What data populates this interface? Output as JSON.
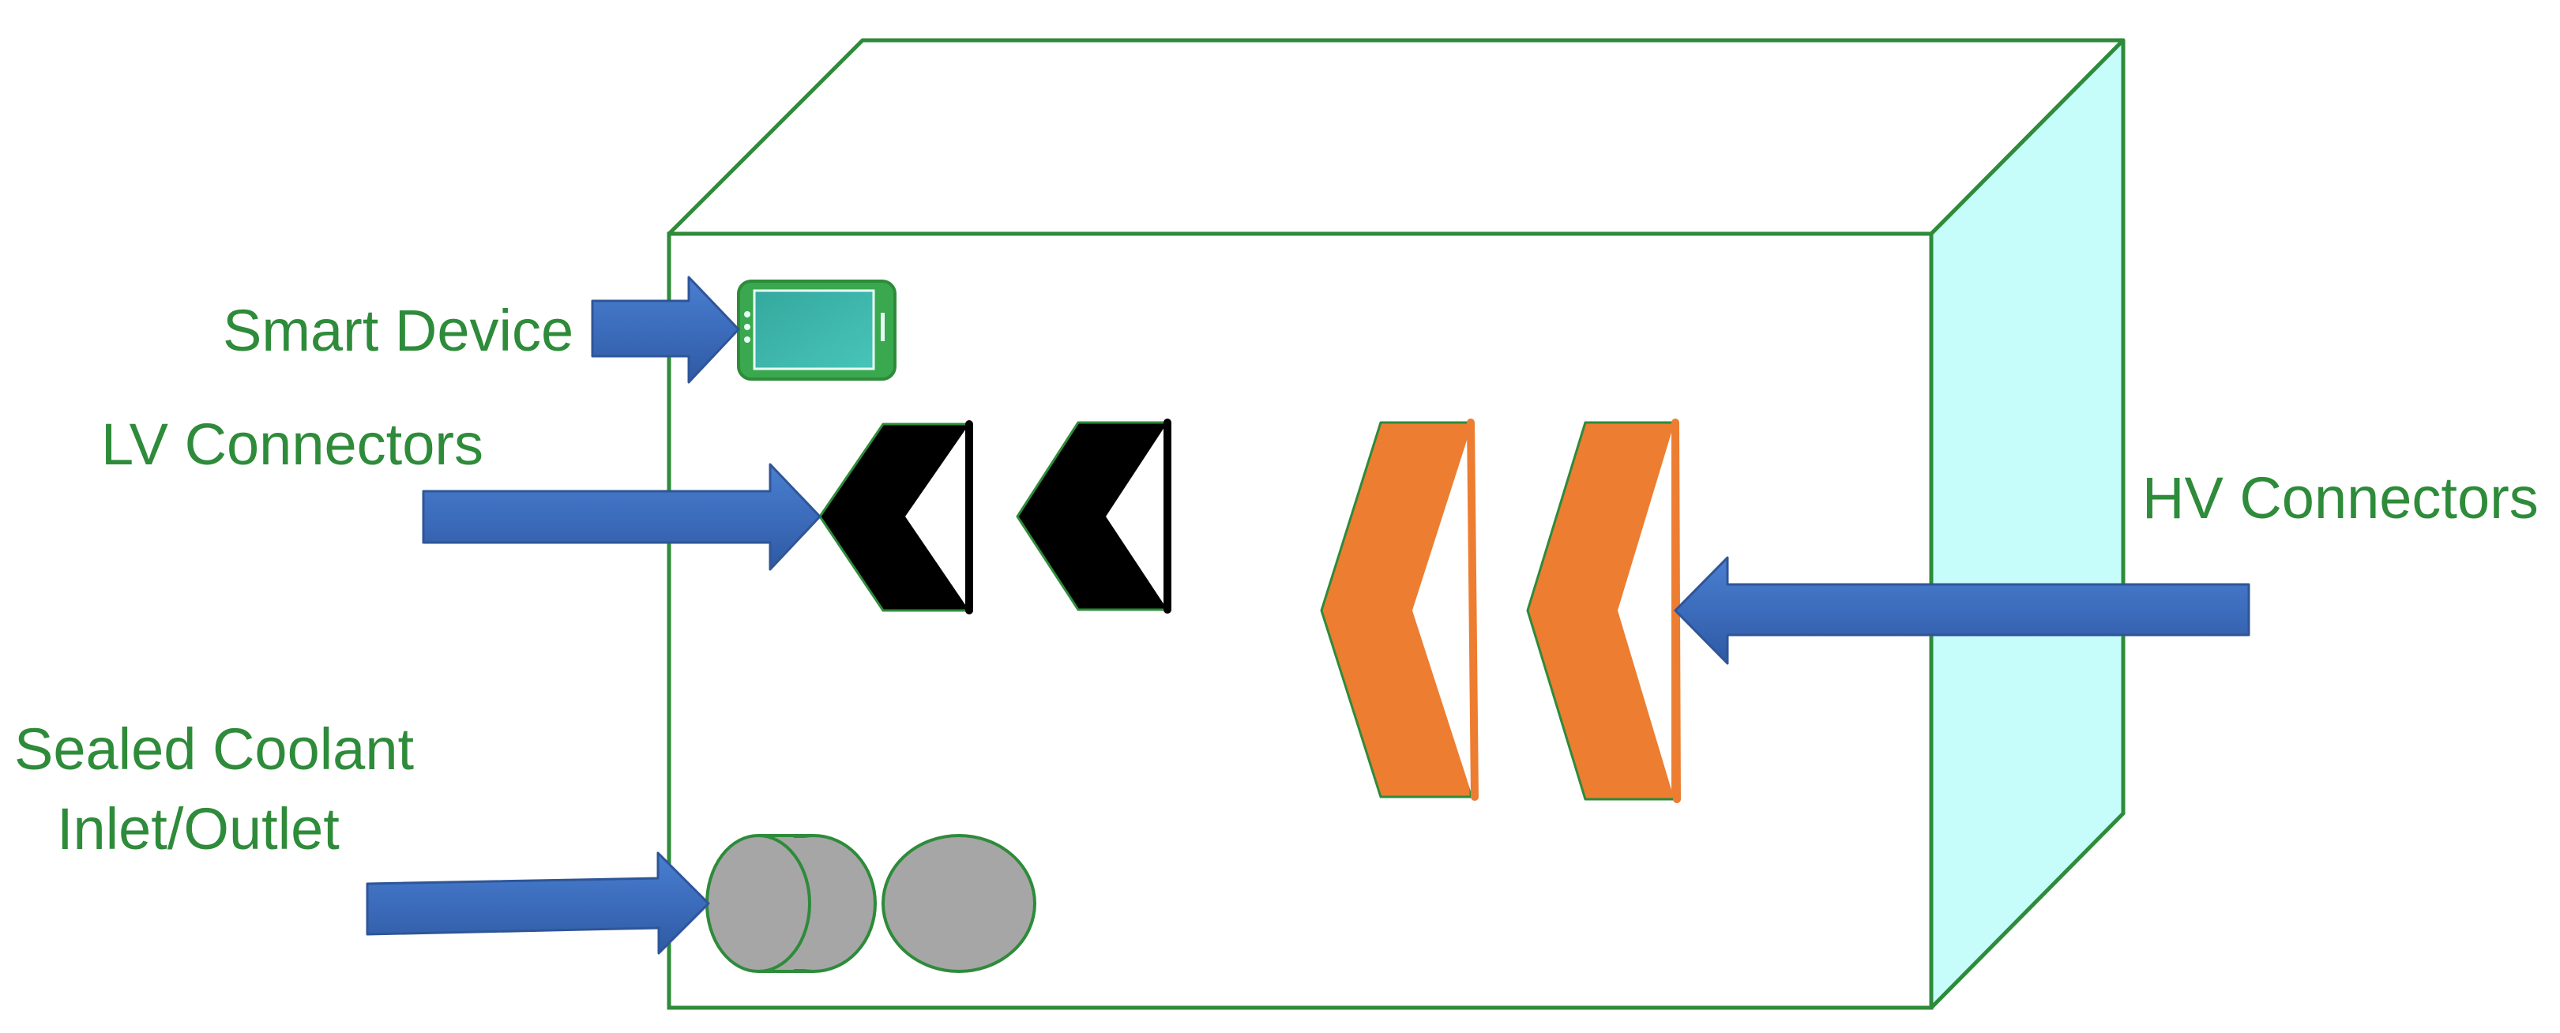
{
  "labels": {
    "smart_device": "Smart Device",
    "lv_connectors": "LV Connectors",
    "hv_connectors": "HV Connectors",
    "coolant_line1": "Sealed Coolant",
    "coolant_line2": "Inlet/Outlet"
  },
  "colors": {
    "outline": "#2e8b3a",
    "label_text": "#2e8b3a",
    "side_face": "#c6fdfb",
    "arrow_fill": "#3f6fbf",
    "arrow_stroke": "#2f5597",
    "hv_connector": "#ed7d31",
    "lv_connector": "#000000",
    "coolant_port": "#a6a6a6",
    "device_body": "#3aa84e",
    "device_screen": "#3fb5a8"
  },
  "icons": {
    "smart_device": "tablet-icon",
    "lv_connector": "chevron-connector-icon",
    "hv_connector": "chevron-connector-icon",
    "coolant_port": "cylinder-port-icon"
  }
}
